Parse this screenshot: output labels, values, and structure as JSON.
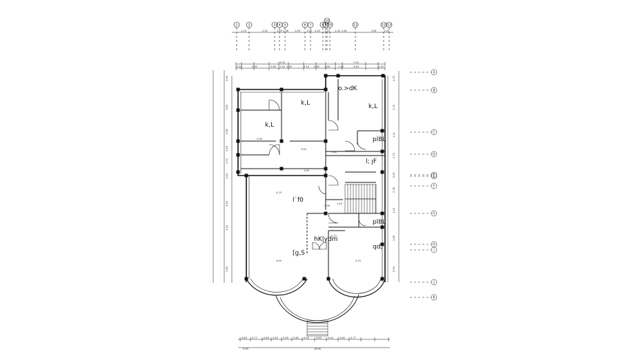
{
  "room_labels": {
    "kitchen_left": "k,L",
    "kitchen_mid": "k,L",
    "room_top_right_a": "o.>dK",
    "room_top_right_b": "k,L",
    "wc_upper": "pl8L",
    "corridor_right": "l; ȷF",
    "hall_center": "l˙f0",
    "wc_lower": "pl8L",
    "reception": "hK|ydm",
    "living_left": "[g,S",
    "living_right": "qd,"
  },
  "top_axis_labels": [
    "1",
    "2",
    "3",
    "4",
    "5",
    "6",
    "7",
    "8",
    "9",
    "10",
    "11",
    "12",
    "13",
    "14"
  ],
  "right_axis_labels": [
    "A",
    "B",
    "C",
    "D",
    "E",
    "F",
    "G",
    "H",
    "I",
    "J",
    "K",
    "L"
  ],
  "top_dims_row1": [
    "1.15",
    "2.52",
    "1.65",
    "1.36",
    "1.09",
    "1.06",
    "1.20",
    "1.20",
    "1.34",
    "2.81",
    "3.61",
    "1.09"
  ],
  "top_dims_row2": [
    "0.40",
    "2.90",
    "1.90",
    "1.50",
    "1.40",
    "3.10",
    "0.90",
    "1.48",
    "1.40",
    "3.40",
    "1.45"
  ],
  "top_total": [
    "9.00",
    "7.45"
  ],
  "bottom_dims_row1": [
    "0.80",
    "0.77",
    "0.60",
    "0.50",
    "0.90",
    "0.80",
    "0.50",
    "0.60",
    "0.50",
    "0.60",
    "0.77"
  ],
  "bottom_total": [
    "0.90",
    "16.00"
  ],
  "left_dims": [
    "1.60",
    "3.60",
    "2.95",
    "1.60",
    "1.72",
    "1.40",
    "4.50",
    "2.40",
    "1.90"
  ],
  "right_dims": [
    "1.35",
    "3.75",
    "1.11",
    "2.75",
    "0.67",
    "2.78",
    "1.40",
    "1.90",
    "0.50"
  ],
  "inner_dims": [
    "3.90",
    "3.00",
    "4.60",
    "4.15",
    "5.16",
    "2.70",
    "4.55",
    "4.70",
    "1.60",
    "1.40"
  ]
}
